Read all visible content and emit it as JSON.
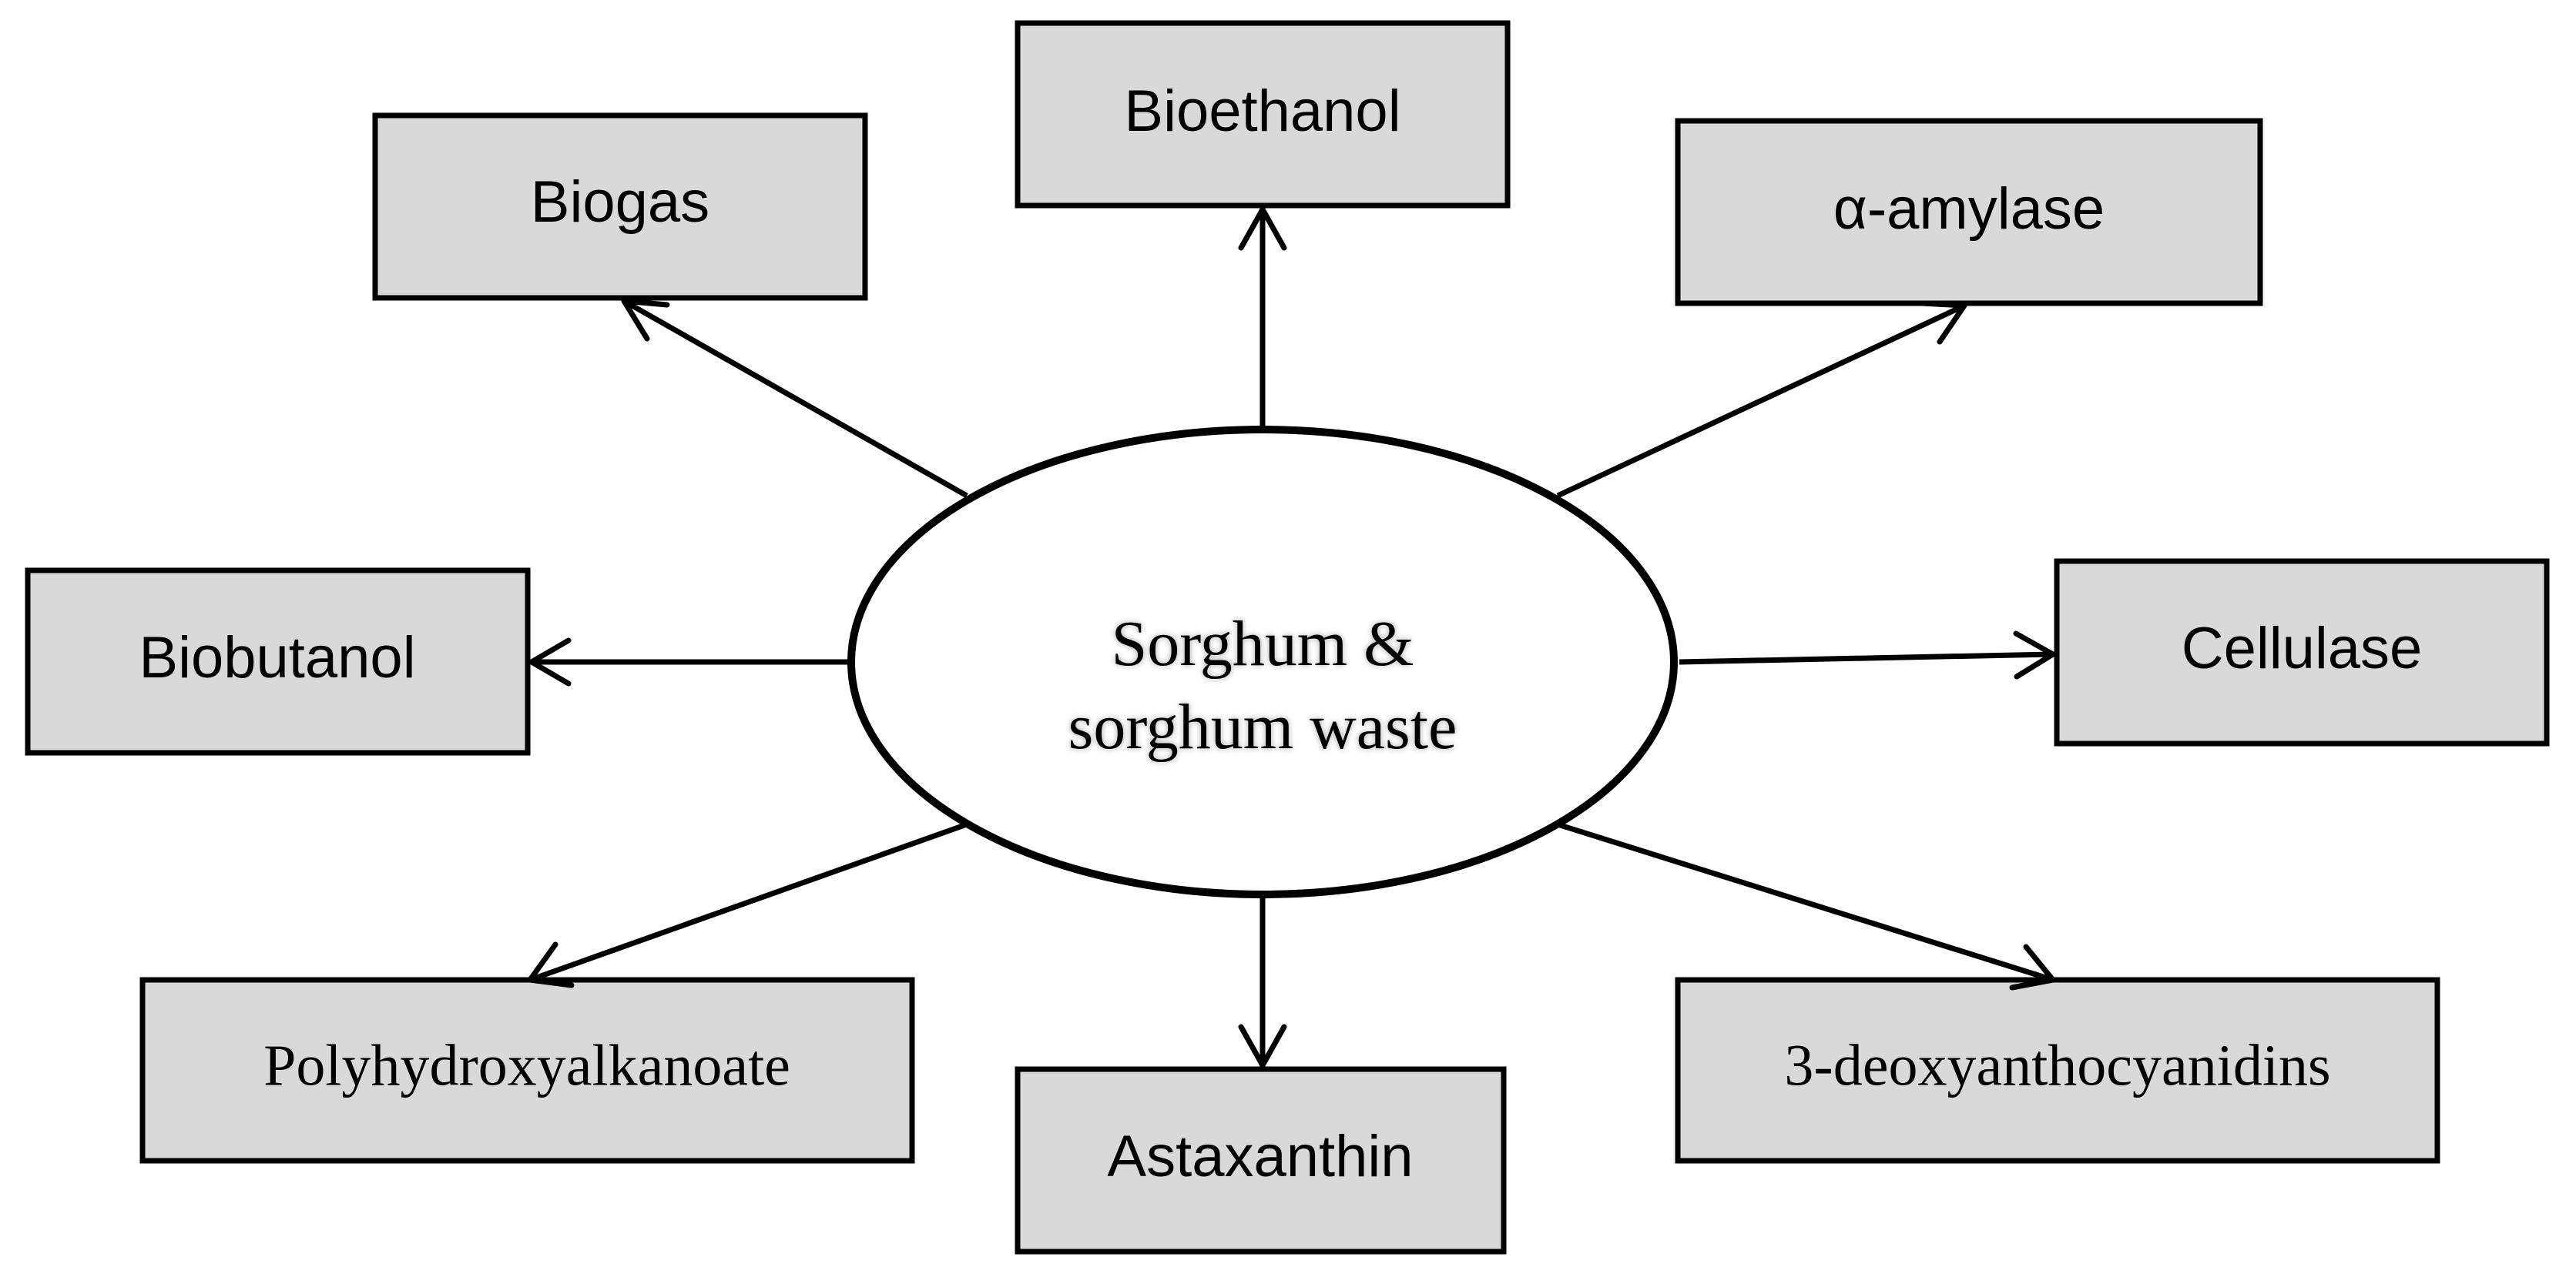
{
  "center": {
    "line1": "Sorghum &",
    "line2": "sorghum waste"
  },
  "products": {
    "bioethanol": "Bioethanol",
    "biogas": "Biogas",
    "alpha_amylase": "α-amylase",
    "biobutanol": "Biobutanol",
    "cellulase": "Cellulase",
    "polyhydroxyalkanoate": "Polyhydroxyalkanoate",
    "astaxanthin": "Astaxanthin",
    "deoxyanthocyanidins": "3-deoxyanthocyanidins"
  }
}
